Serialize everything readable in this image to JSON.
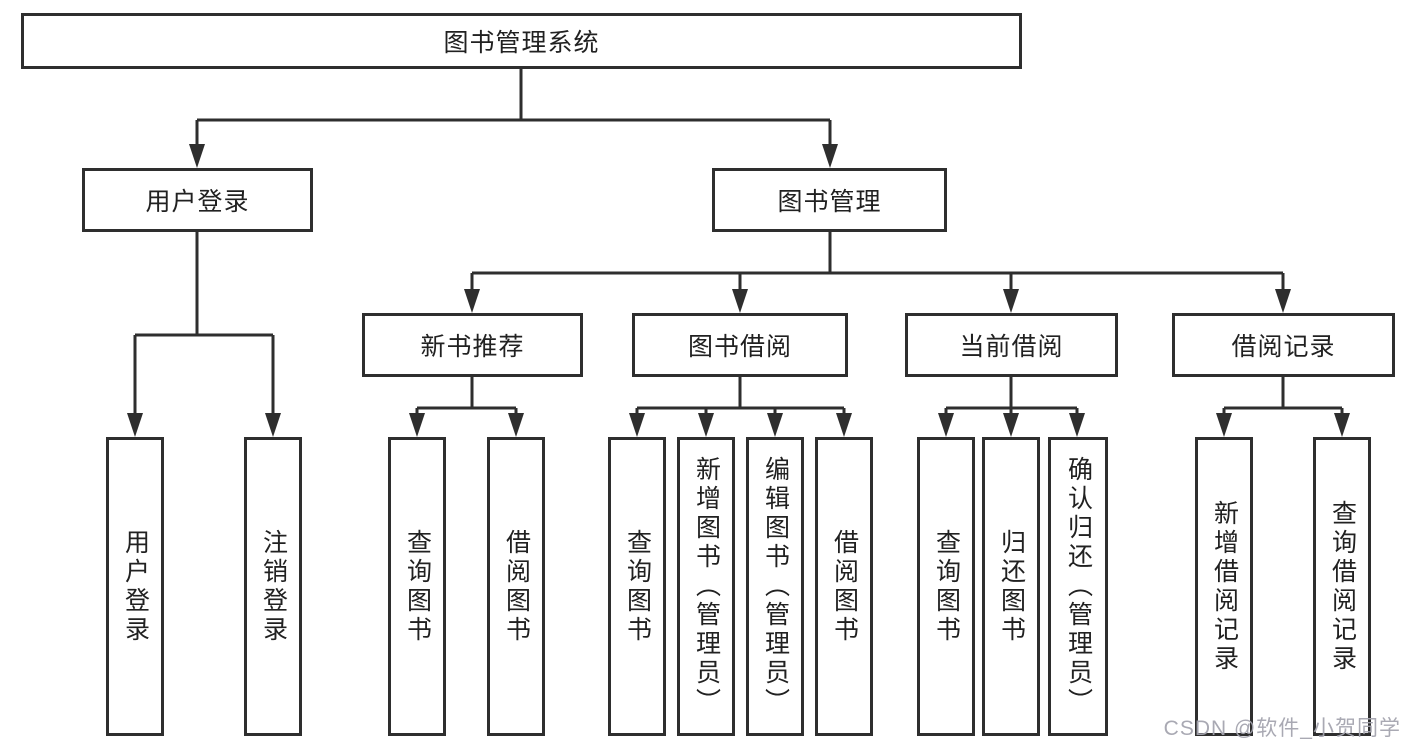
{
  "tree": {
    "root": {
      "label": "图书管理系统"
    },
    "children": [
      {
        "label": "用户登录",
        "children": [
          {
            "label": "用户登录"
          },
          {
            "label": "注销登录"
          }
        ]
      },
      {
        "label": "图书管理",
        "children": [
          {
            "label": "新书推荐",
            "children": [
              {
                "label": "查询图书"
              },
              {
                "label": "借阅图书"
              }
            ]
          },
          {
            "label": "图书借阅",
            "children": [
              {
                "label": "查询图书"
              },
              {
                "label": "新增图书（管理员）"
              },
              {
                "label": "编辑图书（管理员）"
              },
              {
                "label": "借阅图书"
              }
            ]
          },
          {
            "label": "当前借阅",
            "children": [
              {
                "label": "查询图书"
              },
              {
                "label": "归还图书"
              },
              {
                "label": "确认归还（管理员）"
              }
            ]
          },
          {
            "label": "借阅记录",
            "children": [
              {
                "label": "新增借阅记录"
              },
              {
                "label": "查询借阅记录"
              }
            ]
          }
        ]
      }
    ]
  },
  "watermark": {
    "text": "CSDN @软件_小贺同学"
  },
  "colors": {
    "line": "#2e2e2e",
    "text": "#212121",
    "background": "#ffffff",
    "watermark": "#a4a4af"
  }
}
